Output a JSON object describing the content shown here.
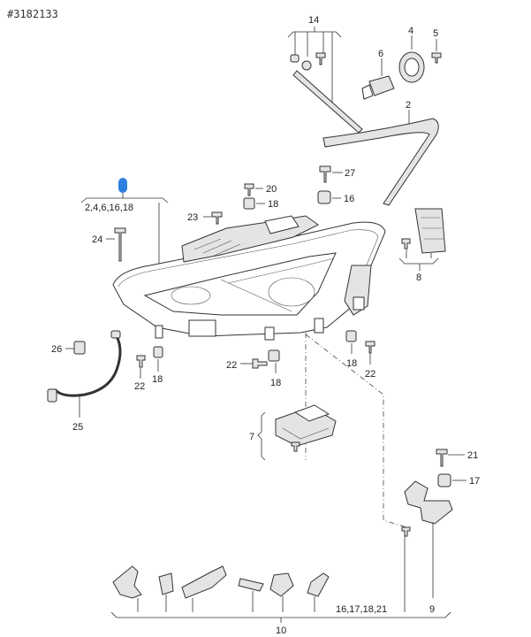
{
  "diagram": {
    "reference_number": "#3182133",
    "highlight_color": "#2f7fe0",
    "callouts": {
      "c14": "14",
      "c4": "4",
      "c5": "5",
      "c6": "6",
      "c2": "2",
      "c27": "27",
      "c16": "16",
      "c20": "20",
      "c18a": "18",
      "c23": "23",
      "c24": "24",
      "c8": "8",
      "c26": "26",
      "c25": "25",
      "c22a": "22",
      "c18b": "18",
      "c22b": "22",
      "c18c": "18",
      "c18d": "18",
      "c22c": "22",
      "c7": "7",
      "c21": "21",
      "c17": "17",
      "c9": "9",
      "c10": "10",
      "group_main": "2,4,6,16,18",
      "group_bottom": "16,17,18,21"
    }
  }
}
